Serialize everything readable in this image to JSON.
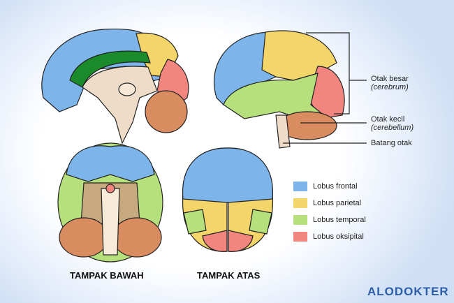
{
  "labels": {
    "cerebrum": "Otak besar",
    "cerebrum_latin": "(cerebrum)",
    "cerebellum": "Otak kecil",
    "cerebellum_latin": "(cerebellum)",
    "brainstem": "Batang otak"
  },
  "captions": {
    "bottom": "TAMPAK BAWAH",
    "top": "TAMPAK ATAS"
  },
  "legend": [
    {
      "label": "Lobus frontal",
      "color": "#7db5ea"
    },
    {
      "label": "Lobus parietal",
      "color": "#f3d56a"
    },
    {
      "label": "Lobus temporal",
      "color": "#b6e07c"
    },
    {
      "label": "Lobus oksipital",
      "color": "#f3857f"
    }
  ],
  "brand": "ALODOKTER"
}
